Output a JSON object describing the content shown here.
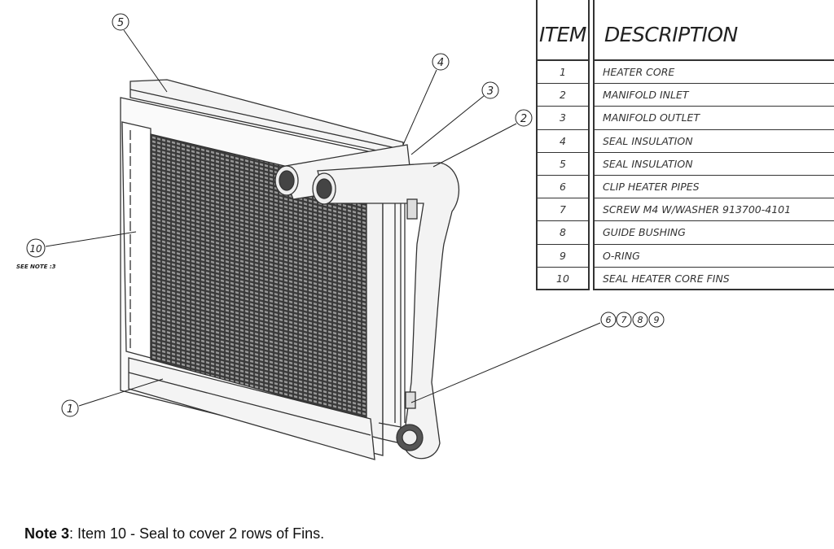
{
  "table": {
    "header_item": "ITEM",
    "header_description": "DESCRIPTION",
    "rows": [
      {
        "item": "1",
        "description": "HEATER CORE"
      },
      {
        "item": "2",
        "description": "MANIFOLD INLET"
      },
      {
        "item": "3",
        "description": "MANIFOLD OUTLET"
      },
      {
        "item": "4",
        "description": "SEAL INSULATION"
      },
      {
        "item": "5",
        "description": "SEAL INSULATION"
      },
      {
        "item": "6",
        "description": "CLIP HEATER PIPES"
      },
      {
        "item": "7",
        "description": "SCREW M4 W/WASHER 913700-4101"
      },
      {
        "item": "8",
        "description": "GUIDE BUSHING"
      },
      {
        "item": "9",
        "description": "O-RING"
      },
      {
        "item": "10",
        "description": "SEAL HEATER CORE FINS"
      }
    ]
  },
  "callouts": {
    "c1": "1",
    "c2": "2",
    "c3": "3",
    "c4": "4",
    "c5": "5",
    "c6": "6",
    "c7": "7",
    "c8": "8",
    "c9": "9",
    "c10": "10",
    "see_note": "SEE NOTE :3"
  },
  "note": {
    "label": "Note 3",
    "text": ": Item 10 - Seal to cover 2 rows of Fins."
  }
}
